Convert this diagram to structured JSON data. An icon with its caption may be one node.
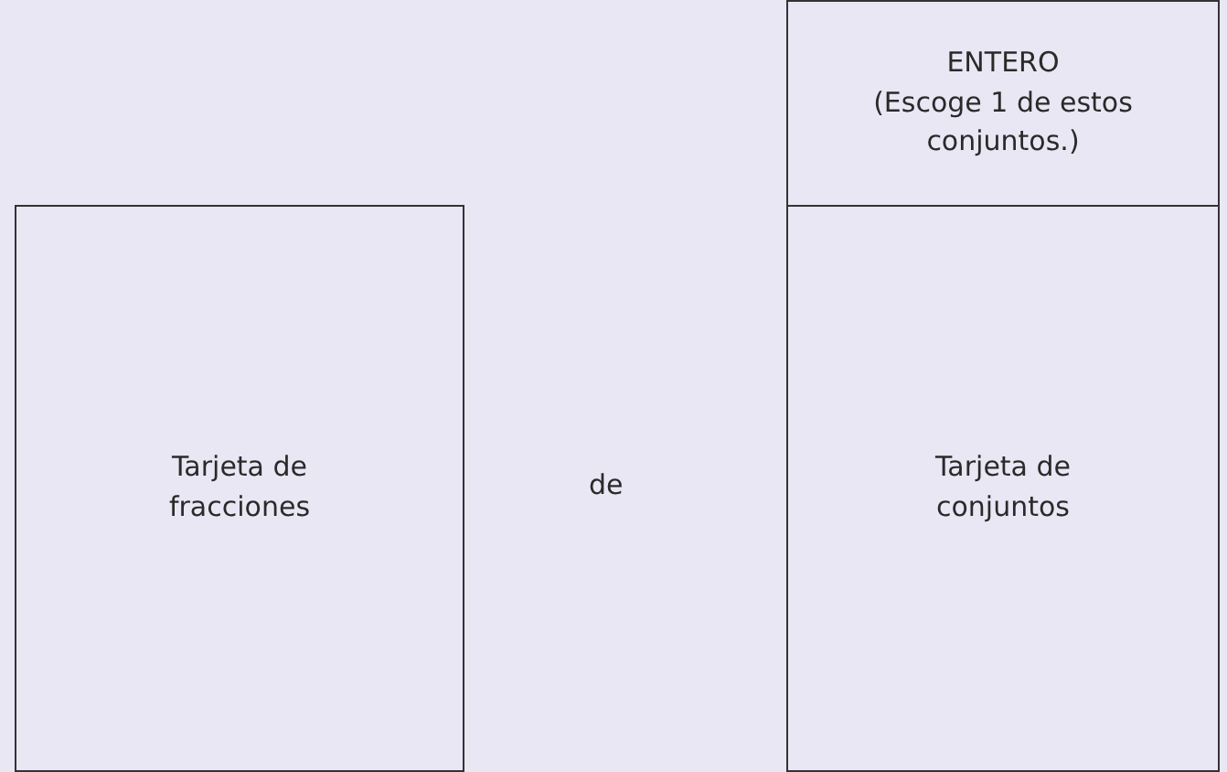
{
  "diagram": {
    "nodes": [
      {
        "text": [
          "Tarjeta de fracciones"
        ]
      },
      {
        "text": [
          "ENTERO",
          "(Escoge 1 de estos conjuntos.)"
        ]
      },
      {
        "text": [
          "Tarjeta de conjuntos"
        ]
      }
    ],
    "labels": [
      "de"
    ]
  }
}
